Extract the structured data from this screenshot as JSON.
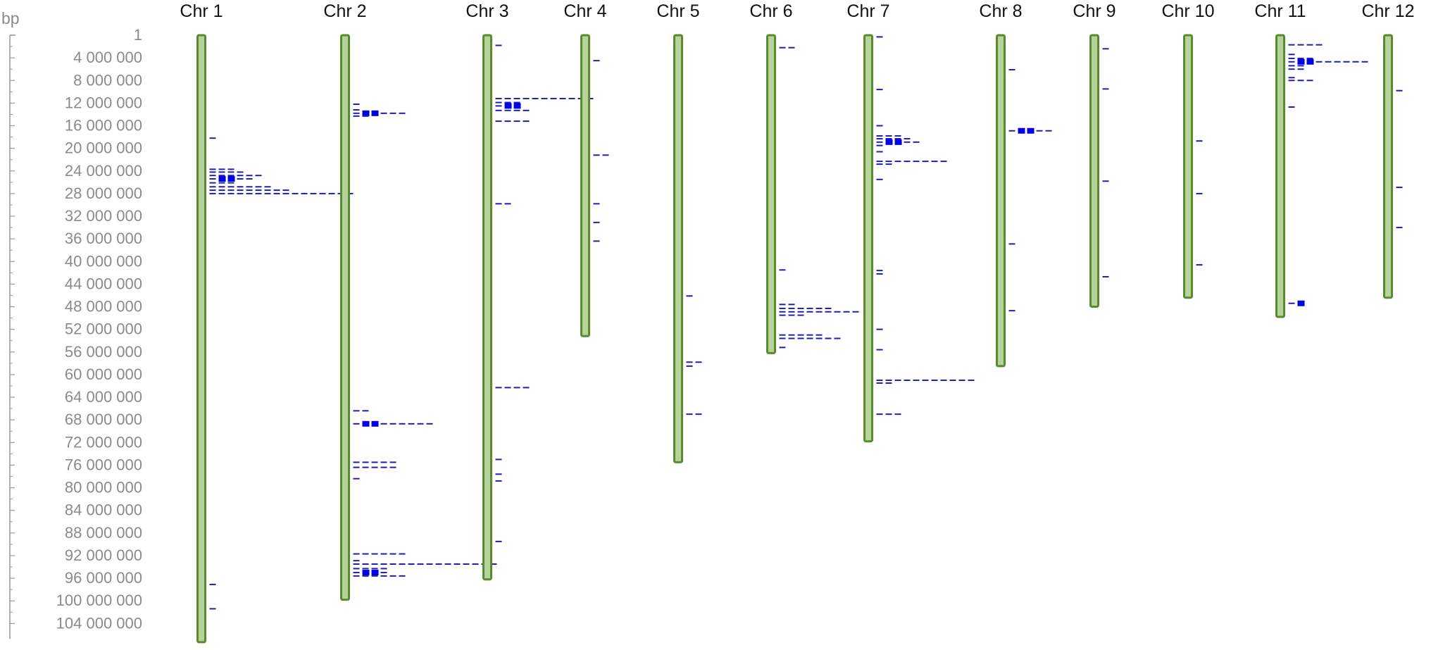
{
  "axis": {
    "unit_label": "bp",
    "ticks": [
      {
        "value": 1,
        "label": "1"
      },
      {
        "value": 4000000,
        "label": "4 000 000"
      },
      {
        "value": 8000000,
        "label": "8 000 000"
      },
      {
        "value": 12000000,
        "label": "12 000 000"
      },
      {
        "value": 16000000,
        "label": "16 000 000"
      },
      {
        "value": 20000000,
        "label": "20 000 000"
      },
      {
        "value": 24000000,
        "label": "24 000 000"
      },
      {
        "value": 28000000,
        "label": "28 000 000"
      },
      {
        "value": 32000000,
        "label": "32 000 000"
      },
      {
        "value": 36000000,
        "label": "36 000 000"
      },
      {
        "value": 40000000,
        "label": "40 000 000"
      },
      {
        "value": 44000000,
        "label": "44 000 000"
      },
      {
        "value": 48000000,
        "label": "48 000 000"
      },
      {
        "value": 52000000,
        "label": "52 000 000"
      },
      {
        "value": 56000000,
        "label": "56 000 000"
      },
      {
        "value": 60000000,
        "label": "60 000 000"
      },
      {
        "value": 64000000,
        "label": "64 000 000"
      },
      {
        "value": 68000000,
        "label": "68 000 000"
      },
      {
        "value": 72000000,
        "label": "72 000 000"
      },
      {
        "value": 76000000,
        "label": "76 000 000"
      },
      {
        "value": 80000000,
        "label": "80 000 000"
      },
      {
        "value": 84000000,
        "label": "84 000 000"
      },
      {
        "value": 88000000,
        "label": "88 000 000"
      },
      {
        "value": 92000000,
        "label": "92 000 000"
      },
      {
        "value": 96000000,
        "label": "96 000 000"
      },
      {
        "value": 100000000,
        "label": "100 000 000"
      },
      {
        "value": 104000000,
        "label": "104 000 000"
      }
    ]
  },
  "colors": {
    "chromosome_fill": "#b5d39a",
    "chromosome_stroke": "#5a8a2e",
    "marker": "#1f1fb0",
    "marker_strong": "#0000e6",
    "axis": "#9a9a9a",
    "tick_text": "#8a8a8a",
    "label_text": "#111111"
  },
  "chromosomes": [
    {
      "name": "Chr 1",
      "length": 107300000,
      "markers": [
        {
          "pos": 18200000,
          "count": 1
        },
        {
          "pos": 23700000,
          "count": 3
        },
        {
          "pos": 24200000,
          "count": 4
        },
        {
          "pos": 24800000,
          "count": 6
        },
        {
          "pos": 25400000,
          "count": 5,
          "strong": true
        },
        {
          "pos": 26100000,
          "count": 3
        },
        {
          "pos": 26800000,
          "count": 7
        },
        {
          "pos": 27400000,
          "count": 9
        },
        {
          "pos": 28000000,
          "count": 16
        },
        {
          "pos": 97100000,
          "count": 1
        },
        {
          "pos": 101400000,
          "count": 1
        }
      ]
    },
    {
      "name": "Chr 2",
      "length": 99800000,
      "markers": [
        {
          "pos": 12200000,
          "count": 1
        },
        {
          "pos": 13200000,
          "count": 1
        },
        {
          "pos": 13800000,
          "count": 6,
          "strong": true
        },
        {
          "pos": 14300000,
          "count": 2
        },
        {
          "pos": 66400000,
          "count": 2
        },
        {
          "pos": 68700000,
          "count": 9,
          "strong": true
        },
        {
          "pos": 75500000,
          "count": 5
        },
        {
          "pos": 76400000,
          "count": 5
        },
        {
          "pos": 78400000,
          "count": 1
        },
        {
          "pos": 91700000,
          "count": 6
        },
        {
          "pos": 92900000,
          "count": 1
        },
        {
          "pos": 93500000,
          "count": 16
        },
        {
          "pos": 94300000,
          "count": 4
        },
        {
          "pos": 95000000,
          "count": 4,
          "strong": true
        },
        {
          "pos": 95600000,
          "count": 6
        }
      ]
    },
    {
      "name": "Chr 3",
      "length": 96200000,
      "markers": [
        {
          "pos": 1800000,
          "count": 1
        },
        {
          "pos": 11200000,
          "count": 11
        },
        {
          "pos": 11900000,
          "count": 3
        },
        {
          "pos": 12500000,
          "count": 3,
          "strong": true
        },
        {
          "pos": 13300000,
          "count": 4
        },
        {
          "pos": 15200000,
          "count": 4
        },
        {
          "pos": 29800000,
          "count": 2
        },
        {
          "pos": 62300000,
          "count": 4
        },
        {
          "pos": 75000000,
          "count": 1
        },
        {
          "pos": 77600000,
          "count": 1
        },
        {
          "pos": 78800000,
          "count": 1
        },
        {
          "pos": 89500000,
          "count": 1
        }
      ]
    },
    {
      "name": "Chr 4",
      "length": 53200000,
      "markers": [
        {
          "pos": 4500000,
          "count": 1
        },
        {
          "pos": 21200000,
          "count": 2
        },
        {
          "pos": 29800000,
          "count": 1
        },
        {
          "pos": 33100000,
          "count": 1
        },
        {
          "pos": 36400000,
          "count": 1
        }
      ]
    },
    {
      "name": "Chr 5",
      "length": 75500000,
      "markers": [
        {
          "pos": 46100000,
          "count": 1
        },
        {
          "pos": 57800000,
          "count": 2
        },
        {
          "pos": 58500000,
          "count": 1
        },
        {
          "pos": 67000000,
          "count": 2
        }
      ]
    },
    {
      "name": "Chr 6",
      "length": 56200000,
      "markers": [
        {
          "pos": 2200000,
          "count": 2
        },
        {
          "pos": 41500000,
          "count": 1
        },
        {
          "pos": 47600000,
          "count": 2
        },
        {
          "pos": 48300000,
          "count": 6
        },
        {
          "pos": 48900000,
          "count": 9
        },
        {
          "pos": 49500000,
          "count": 3
        },
        {
          "pos": 53000000,
          "count": 5
        },
        {
          "pos": 53600000,
          "count": 7
        },
        {
          "pos": 55200000,
          "count": 1
        }
      ]
    },
    {
      "name": "Chr 7",
      "length": 71800000,
      "markers": [
        {
          "pos": 300000,
          "count": 1,
          "strong": true
        },
        {
          "pos": 9600000,
          "count": 1
        },
        {
          "pos": 16000000,
          "count": 1
        },
        {
          "pos": 17800000,
          "count": 3
        },
        {
          "pos": 18300000,
          "count": 4
        },
        {
          "pos": 18900000,
          "count": 5,
          "strong": true
        },
        {
          "pos": 19500000,
          "count": 1
        },
        {
          "pos": 20600000,
          "count": 1
        },
        {
          "pos": 22300000,
          "count": 8
        },
        {
          "pos": 22800000,
          "count": 2
        },
        {
          "pos": 25500000,
          "count": 1
        },
        {
          "pos": 41600000,
          "count": 1
        },
        {
          "pos": 42200000,
          "count": 1
        },
        {
          "pos": 52000000,
          "count": 1
        },
        {
          "pos": 55600000,
          "count": 1
        },
        {
          "pos": 61000000,
          "count": 11
        },
        {
          "pos": 61500000,
          "count": 2
        },
        {
          "pos": 67000000,
          "count": 3
        }
      ]
    },
    {
      "name": "Chr 8",
      "length": 58500000,
      "markers": [
        {
          "pos": 6100000,
          "count": 1
        },
        {
          "pos": 16900000,
          "count": 5,
          "strong": true
        },
        {
          "pos": 36900000,
          "count": 1
        },
        {
          "pos": 48700000,
          "count": 1
        }
      ]
    },
    {
      "name": "Chr 9",
      "length": 48000000,
      "markers": [
        {
          "pos": 2400000,
          "count": 1
        },
        {
          "pos": 9500000,
          "count": 1
        },
        {
          "pos": 25800000,
          "count": 1
        },
        {
          "pos": 42700000,
          "count": 1
        }
      ]
    },
    {
      "name": "Chr 10",
      "length": 46400000,
      "markers": [
        {
          "pos": 18700000,
          "count": 1
        },
        {
          "pos": 28000000,
          "count": 1
        },
        {
          "pos": 40600000,
          "count": 1
        }
      ]
    },
    {
      "name": "Chr 11",
      "length": 49800000,
      "markers": [
        {
          "pos": 1700000,
          "count": 4
        },
        {
          "pos": 3400000,
          "count": 1
        },
        {
          "pos": 4100000,
          "count": 3
        },
        {
          "pos": 4700000,
          "count": 9,
          "strong": true
        },
        {
          "pos": 5400000,
          "count": 2
        },
        {
          "pos": 6000000,
          "count": 2
        },
        {
          "pos": 7500000,
          "count": 1
        },
        {
          "pos": 8000000,
          "count": 3
        },
        {
          "pos": 12700000,
          "count": 1
        },
        {
          "pos": 47400000,
          "count": 2,
          "strong": true
        }
      ]
    },
    {
      "name": "Chr 12",
      "length": 46400000,
      "markers": [
        {
          "pos": 9800000,
          "count": 1
        },
        {
          "pos": 26900000,
          "count": 1
        },
        {
          "pos": 34000000,
          "count": 1
        }
      ]
    }
  ]
}
